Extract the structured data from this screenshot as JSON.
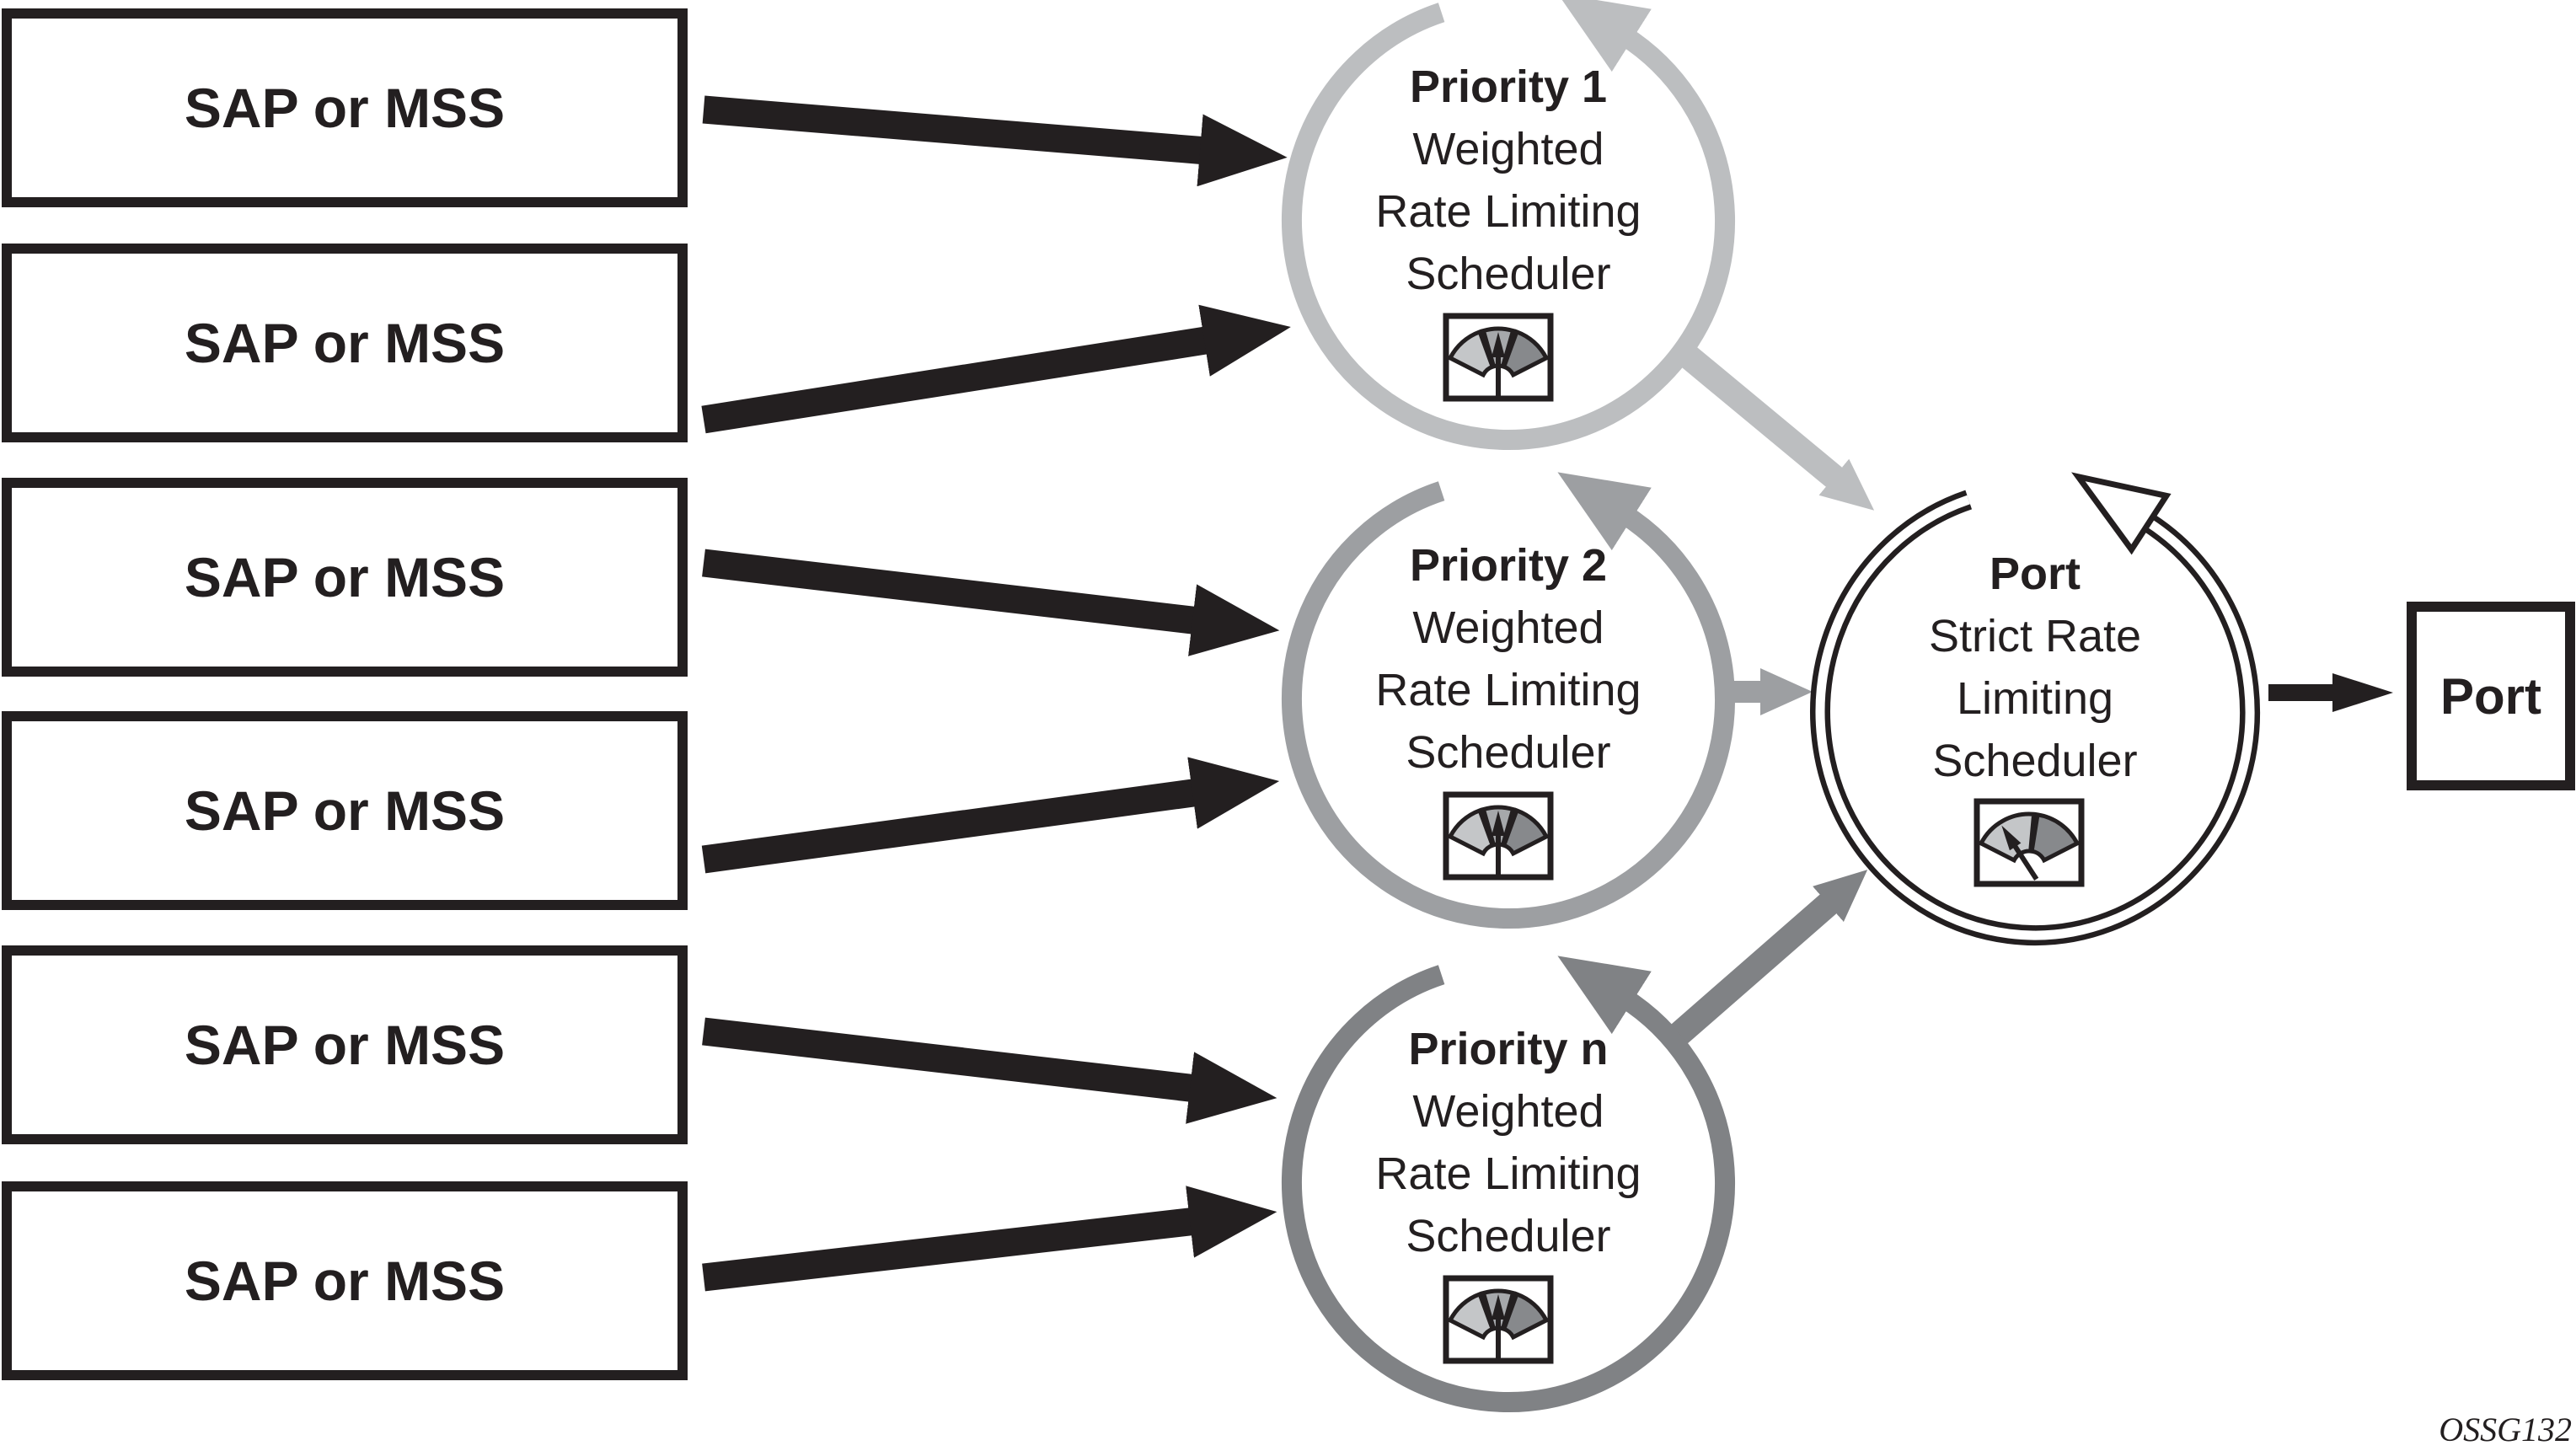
{
  "figure": {
    "figure_code": "OSSG132",
    "sources": [
      "SAP or MSS",
      "SAP or MSS",
      "SAP or MSS",
      "SAP or MSS",
      "SAP or MSS",
      "SAP or MSS"
    ],
    "priority_schedulers": [
      {
        "title": "Priority 1",
        "line1": "Weighted",
        "line2": "Rate Limiting",
        "line3": "Scheduler",
        "color": "#bcbec0"
      },
      {
        "title": "Priority 2",
        "line1": "Weighted",
        "line2": "Rate Limiting",
        "line3": "Scheduler",
        "color": "#9d9fa2"
      },
      {
        "title": "Priority n",
        "line1": "Weighted",
        "line2": "Rate Limiting",
        "line3": "Scheduler",
        "color": "#808285"
      }
    ],
    "port_scheduler": {
      "title": "Port",
      "line1": "Strict Rate",
      "line2": "Limiting",
      "line3": "Scheduler",
      "ring_color": "#231f20"
    },
    "output_port": {
      "label": "Port"
    },
    "colors": {
      "black": "#231f20",
      "gray_light": "#bcbec0",
      "gray_mid": "#9d9fa2",
      "gray_dark": "#808285",
      "gauge_wedge_left": "#c4c6c8",
      "gauge_wedge_mid": "#a6a8ab",
      "gauge_wedge_right": "#87898c"
    }
  }
}
